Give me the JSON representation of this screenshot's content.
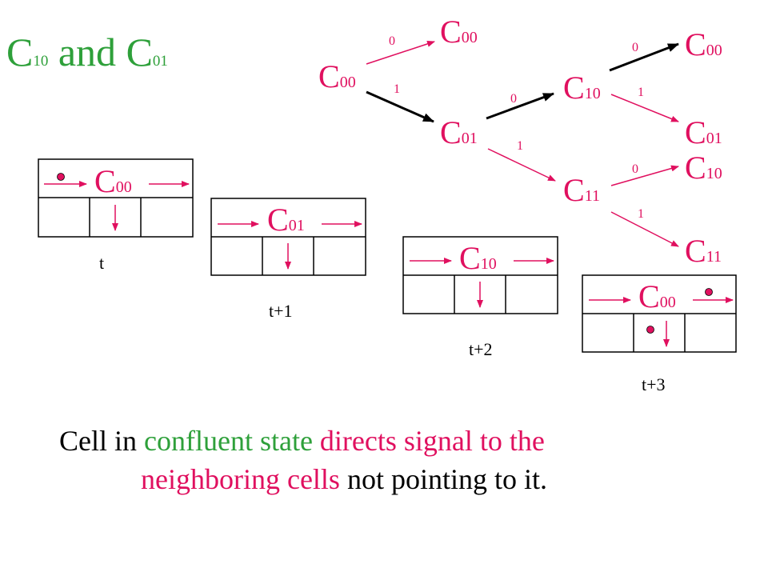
{
  "title": {
    "main": "C",
    "sub1": "10",
    "joiner": " and ",
    "main2": "C",
    "sub2": "01"
  },
  "tree": {
    "root": {
      "letter": "C",
      "sub": "00"
    },
    "level1": [
      {
        "letter": "C",
        "sub": "00"
      },
      {
        "letter": "C",
        "sub": "01"
      }
    ],
    "level2": [
      {
        "letter": "C",
        "sub": "10"
      },
      {
        "letter": "C",
        "sub": "11"
      }
    ],
    "level3": [
      {
        "letter": "C",
        "sub": "00"
      },
      {
        "letter": "C",
        "sub": "01"
      },
      {
        "letter": "C",
        "sub": "10"
      },
      {
        "letter": "C",
        "sub": "11"
      }
    ],
    "edge_labels": {
      "root_to_c00": "0",
      "root_to_c01": "1",
      "c01_to_c10": "0",
      "c01_to_c11": "1",
      "c10_to_c00": "0",
      "c10_to_c01": "1",
      "c11_to_c10": "0",
      "c11_to_c11": "1"
    },
    "highlighted_path": "C00 → C01 → C10 → C00"
  },
  "frames": [
    {
      "cell": {
        "letter": "C",
        "sub": "00"
      },
      "time": "t"
    },
    {
      "cell": {
        "letter": "C",
        "sub": "01"
      },
      "time": "t+1"
    },
    {
      "cell": {
        "letter": "C",
        "sub": "10"
      },
      "time": "t+2"
    },
    {
      "cell": {
        "letter": "C",
        "sub": "00"
      },
      "time": "t+3"
    }
  ],
  "caption": {
    "p1": "Cell in ",
    "p2": "confluent state",
    "p3": " ",
    "p4": "directs signal to the",
    "p5": "neighboring cells",
    "p6": " not pointing to it."
  },
  "colors": {
    "state": "#e0105f",
    "title": "#2ea03a",
    "thin_arrow": "#e0105f",
    "bold_arrow": "#000000",
    "grid": "#000000"
  }
}
